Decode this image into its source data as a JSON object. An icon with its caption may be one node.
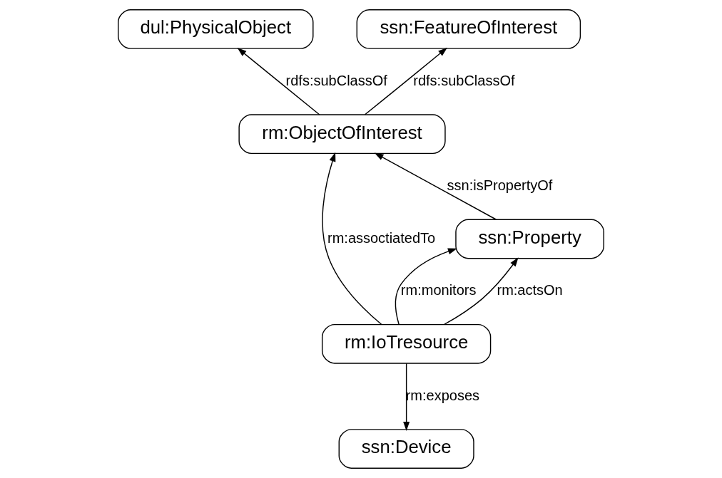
{
  "diagram": {
    "nodes": [
      {
        "text": [
          "dul:PhysicalObject"
        ]
      },
      {
        "text": [
          "ssn:FeatureOfInterest"
        ]
      },
      {
        "text": [
          "rm:ObjectOfInterest"
        ]
      },
      {
        "text": [
          "ssn:Property"
        ]
      },
      {
        "text": [
          "rm:IoTresource"
        ]
      },
      {
        "text": [
          "ssn:Device"
        ]
      }
    ],
    "edges": [
      {
        "from": 2,
        "to": 0,
        "arrow": "to",
        "label": "rdfs:subClassOf"
      },
      {
        "from": 2,
        "to": 1,
        "arrow": "to",
        "label": "rdfs:subClassOf"
      },
      {
        "from": 3,
        "to": 2,
        "arrow": "to",
        "label": "ssn:isPropertyOf"
      },
      {
        "from": 4,
        "to": 2,
        "arrow": "to",
        "label": "rm:assoctiatedTo"
      },
      {
        "from": 4,
        "to": 3,
        "arrow": "to",
        "label": "rm:monitors"
      },
      {
        "from": 4,
        "to": 3,
        "arrow": "to",
        "label": "rm:actsOn"
      },
      {
        "from": 4,
        "to": 5,
        "arrow": "to",
        "label": "rm:exposes"
      }
    ]
  }
}
